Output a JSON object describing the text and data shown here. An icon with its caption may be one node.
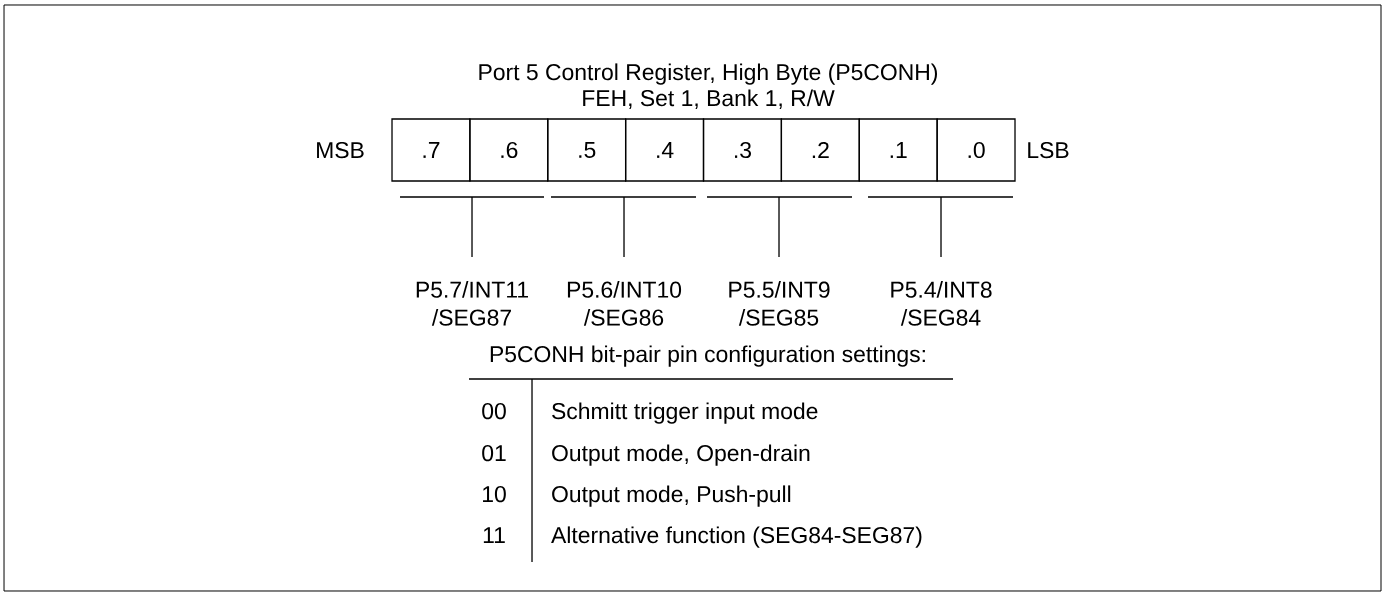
{
  "diagram": {
    "title": "Port 5 Control Register, High Byte (P5CONH)",
    "nodes": [
      {
        "text": [
          ".7"
        ]
      },
      {
        "text": [
          ".6"
        ]
      },
      {
        "text": [
          ".5"
        ]
      },
      {
        "text": [
          ".4"
        ]
      },
      {
        "text": [
          ".3"
        ]
      },
      {
        "text": [
          ".2"
        ]
      },
      {
        "text": [
          ".1"
        ]
      },
      {
        "text": [
          ".0"
        ]
      }
    ],
    "labels": [
      "FEH, Set 1, Bank 1, R/W",
      "MSB",
      "LSB",
      "P5.7/INT11 /SEG87",
      "P5.6/INT10 /SEG86",
      "P5.5/INT9 /SEG85",
      "P5.4/INT8 /SEG84",
      "P5CONH bit-pair pin configuration settings:",
      "00",
      "Schmitt trigger input mode",
      "01",
      "Output mode, Open-drain",
      "10",
      "Output mode, Push-pull",
      "11",
      "Alternative function (SEG84-SEG87)"
    ]
  }
}
